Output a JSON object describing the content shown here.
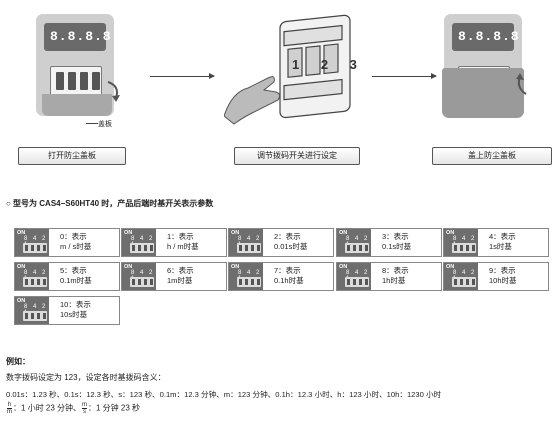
{
  "illustrations": {
    "display_value": "8.8.8.8.",
    "cover_label": "盖板",
    "dial_digits": "1 2 3"
  },
  "steps": [
    "打开防尘盖板",
    "调节拨码开关进行设定",
    "盖上防尘盖板"
  ],
  "section_title": "○ 型号为 CAS4−S60HT40 时，产品后端时基开关表示参数",
  "dip_header": {
    "on": "ON",
    "numbers": "8 4 2 1"
  },
  "settings": [
    {
      "code": "0",
      "line1": "0：表示",
      "line2": "m / s时基"
    },
    {
      "code": "1",
      "line1": "1：表示",
      "line2": "h / m时基"
    },
    {
      "code": "2",
      "line1": "2：表示",
      "line2": "0.01s时基"
    },
    {
      "code": "3",
      "line1": "3：表示",
      "line2": "0.1s时基"
    },
    {
      "code": "4",
      "line1": "4：表示",
      "line2": "1s时基"
    },
    {
      "code": "5",
      "line1": "5：表示",
      "line2": "0.1m时基"
    },
    {
      "code": "6",
      "line1": "6：表示",
      "line2": "1m时基"
    },
    {
      "code": "7",
      "line1": "7：表示",
      "line2": "0.1h时基"
    },
    {
      "code": "8",
      "line1": "8：表示",
      "line2": "1h时基"
    },
    {
      "code": "9",
      "line1": "9：表示",
      "line2": "10h时基"
    },
    {
      "code": "10",
      "line1": "10：表示",
      "line2": "10s时基"
    }
  ],
  "example": {
    "title": "例如：",
    "line1": "数字拨码设定为 123，设定各时基拨码含义：",
    "line2": "0.01s：1.23 秒、0.1s：12.3 秒、s：123 秒、0.1m：12.3 分钟、m：123 分钟、0.1h：12.3 小时、h：123 小时、10h：1230 小时",
    "line3_a": "h",
    "line3_b": "m",
    "line3_c": "：1 小时 23 分钟、",
    "line3_d": "m",
    "line3_e": "s",
    "line3_f": "：1 分钟 23 秒"
  }
}
